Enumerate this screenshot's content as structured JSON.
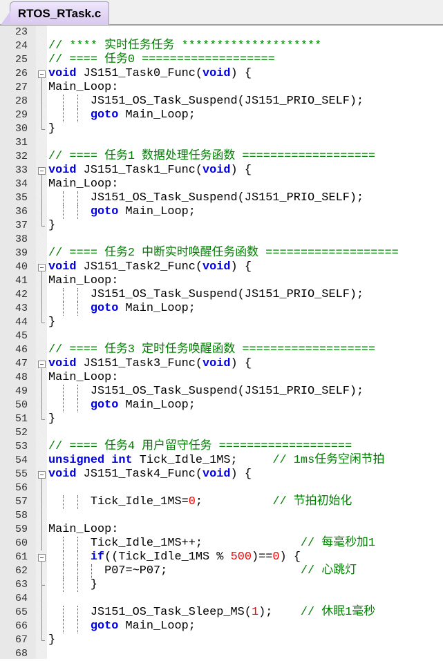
{
  "tab": {
    "title": "RTOS_RTask.c"
  },
  "lines": [
    {
      "n": "23",
      "fold": "",
      "tokens": []
    },
    {
      "n": "24",
      "fold": "",
      "tokens": [
        {
          "t": "// **** 实时任务任务 ********************",
          "c": "cm"
        }
      ]
    },
    {
      "n": "25",
      "fold": "",
      "tokens": [
        {
          "t": "// ==== 任务0 ===================",
          "c": "cm"
        }
      ]
    },
    {
      "n": "26",
      "fold": "open",
      "tokens": [
        {
          "t": "void",
          "c": "kw"
        },
        {
          "t": " JS151_Task0_Func("
        },
        {
          "t": "void",
          "c": "kw"
        },
        {
          "t": ") {"
        }
      ]
    },
    {
      "n": "27",
      "fold": "mid",
      "tokens": [
        {
          "t": "Main_Loop:"
        }
      ]
    },
    {
      "n": "28",
      "fold": "mid",
      "tokens": [
        {
          "t": "      JS151_OS_Task_Suspend(JS151_PRIO_SELF);"
        }
      ]
    },
    {
      "n": "29",
      "fold": "mid",
      "tokens": [
        {
          "t": "      "
        },
        {
          "t": "goto",
          "c": "kw"
        },
        {
          "t": " Main_Loop;"
        }
      ]
    },
    {
      "n": "30",
      "fold": "end",
      "tokens": [
        {
          "t": "}"
        }
      ]
    },
    {
      "n": "31",
      "fold": "",
      "tokens": []
    },
    {
      "n": "32",
      "fold": "",
      "tokens": [
        {
          "t": "// ==== 任务1 数据处理任务函数 ===================",
          "c": "cm"
        }
      ]
    },
    {
      "n": "33",
      "fold": "open",
      "tokens": [
        {
          "t": "void",
          "c": "kw"
        },
        {
          "t": " JS151_Task1_Func("
        },
        {
          "t": "void",
          "c": "kw"
        },
        {
          "t": ") {"
        }
      ]
    },
    {
      "n": "34",
      "fold": "mid",
      "tokens": [
        {
          "t": "Main_Loop:"
        }
      ]
    },
    {
      "n": "35",
      "fold": "mid",
      "tokens": [
        {
          "t": "      JS151_OS_Task_Suspend(JS151_PRIO_SELF);"
        }
      ]
    },
    {
      "n": "36",
      "fold": "mid",
      "tokens": [
        {
          "t": "      "
        },
        {
          "t": "goto",
          "c": "kw"
        },
        {
          "t": " Main_Loop;"
        }
      ]
    },
    {
      "n": "37",
      "fold": "end",
      "tokens": [
        {
          "t": "}"
        }
      ]
    },
    {
      "n": "38",
      "fold": "",
      "tokens": []
    },
    {
      "n": "39",
      "fold": "",
      "tokens": [
        {
          "t": "// ==== 任务2 中断实时唤醒任务函数 ===================",
          "c": "cm"
        }
      ]
    },
    {
      "n": "40",
      "fold": "open",
      "tokens": [
        {
          "t": "void",
          "c": "kw"
        },
        {
          "t": " JS151_Task2_Func("
        },
        {
          "t": "void",
          "c": "kw"
        },
        {
          "t": ") {"
        }
      ]
    },
    {
      "n": "41",
      "fold": "mid",
      "tokens": [
        {
          "t": "Main_Loop:"
        }
      ]
    },
    {
      "n": "42",
      "fold": "mid",
      "tokens": [
        {
          "t": "      JS151_OS_Task_Suspend(JS151_PRIO_SELF);"
        }
      ]
    },
    {
      "n": "43",
      "fold": "mid",
      "tokens": [
        {
          "t": "      "
        },
        {
          "t": "goto",
          "c": "kw"
        },
        {
          "t": " Main_Loop;"
        }
      ]
    },
    {
      "n": "44",
      "fold": "end",
      "tokens": [
        {
          "t": "}"
        }
      ]
    },
    {
      "n": "45",
      "fold": "",
      "tokens": []
    },
    {
      "n": "46",
      "fold": "",
      "tokens": [
        {
          "t": "// ==== 任务3 定时任务唤醒函数 ===================",
          "c": "cm"
        }
      ]
    },
    {
      "n": "47",
      "fold": "open",
      "tokens": [
        {
          "t": "void",
          "c": "kw"
        },
        {
          "t": " JS151_Task3_Func("
        },
        {
          "t": "void",
          "c": "kw"
        },
        {
          "t": ") {"
        }
      ]
    },
    {
      "n": "48",
      "fold": "mid",
      "tokens": [
        {
          "t": "Main_Loop:"
        }
      ]
    },
    {
      "n": "49",
      "fold": "mid",
      "tokens": [
        {
          "t": "      JS151_OS_Task_Suspend(JS151_PRIO_SELF);"
        }
      ]
    },
    {
      "n": "50",
      "fold": "mid",
      "tokens": [
        {
          "t": "      "
        },
        {
          "t": "goto",
          "c": "kw"
        },
        {
          "t": " Main_Loop;"
        }
      ]
    },
    {
      "n": "51",
      "fold": "end",
      "tokens": [
        {
          "t": "}"
        }
      ]
    },
    {
      "n": "52",
      "fold": "",
      "tokens": []
    },
    {
      "n": "53",
      "fold": "",
      "tokens": [
        {
          "t": "// ==== 任务4 用户留守任务 ===================",
          "c": "cm"
        }
      ]
    },
    {
      "n": "54",
      "fold": "",
      "tokens": [
        {
          "t": "unsigned",
          "c": "kw"
        },
        {
          "t": " "
        },
        {
          "t": "int",
          "c": "kw"
        },
        {
          "t": " Tick_Idle_1MS;     "
        },
        {
          "t": "// 1ms任务空闲节拍",
          "c": "cm"
        }
      ]
    },
    {
      "n": "55",
      "fold": "open",
      "tokens": [
        {
          "t": "void",
          "c": "kw"
        },
        {
          "t": " JS151_Task4_Func("
        },
        {
          "t": "void",
          "c": "kw"
        },
        {
          "t": ") {"
        }
      ]
    },
    {
      "n": "56",
      "fold": "mid",
      "tokens": []
    },
    {
      "n": "57",
      "fold": "mid",
      "tokens": [
        {
          "t": "      Tick_Idle_1MS="
        },
        {
          "t": "0",
          "c": "nm"
        },
        {
          "t": ";          "
        },
        {
          "t": "// 节拍初始化",
          "c": "cm"
        }
      ]
    },
    {
      "n": "58",
      "fold": "mid",
      "tokens": []
    },
    {
      "n": "59",
      "fold": "mid",
      "tokens": [
        {
          "t": "Main_Loop:"
        }
      ]
    },
    {
      "n": "60",
      "fold": "mid",
      "tokens": [
        {
          "t": "      Tick_Idle_1MS++;              "
        },
        {
          "t": "// 每毫秒加1",
          "c": "cm"
        }
      ]
    },
    {
      "n": "61",
      "fold": "open2",
      "tokens": [
        {
          "t": "      "
        },
        {
          "t": "if",
          "c": "kw"
        },
        {
          "t": "((Tick_Idle_1MS % "
        },
        {
          "t": "500",
          "c": "nm"
        },
        {
          "t": ")=="
        },
        {
          "t": "0",
          "c": "nm"
        },
        {
          "t": ") {"
        }
      ]
    },
    {
      "n": "62",
      "fold": "mid",
      "tokens": [
        {
          "t": "        P07=~P07;                   "
        },
        {
          "t": "// 心跳灯",
          "c": "cm"
        }
      ]
    },
    {
      "n": "63",
      "fold": "tick",
      "tokens": [
        {
          "t": "      }"
        }
      ]
    },
    {
      "n": "64",
      "fold": "mid",
      "tokens": []
    },
    {
      "n": "65",
      "fold": "mid",
      "tokens": [
        {
          "t": "      JS151_OS_Task_Sleep_MS("
        },
        {
          "t": "1",
          "c": "nm"
        },
        {
          "t": ");    "
        },
        {
          "t": "// 休眠1毫秒",
          "c": "cm"
        }
      ]
    },
    {
      "n": "66",
      "fold": "mid",
      "tokens": [
        {
          "t": "      "
        },
        {
          "t": "goto",
          "c": "kw"
        },
        {
          "t": " Main_Loop;"
        }
      ]
    },
    {
      "n": "67",
      "fold": "end",
      "tokens": [
        {
          "t": "}"
        }
      ]
    },
    {
      "n": "68",
      "fold": "",
      "tokens": []
    }
  ]
}
